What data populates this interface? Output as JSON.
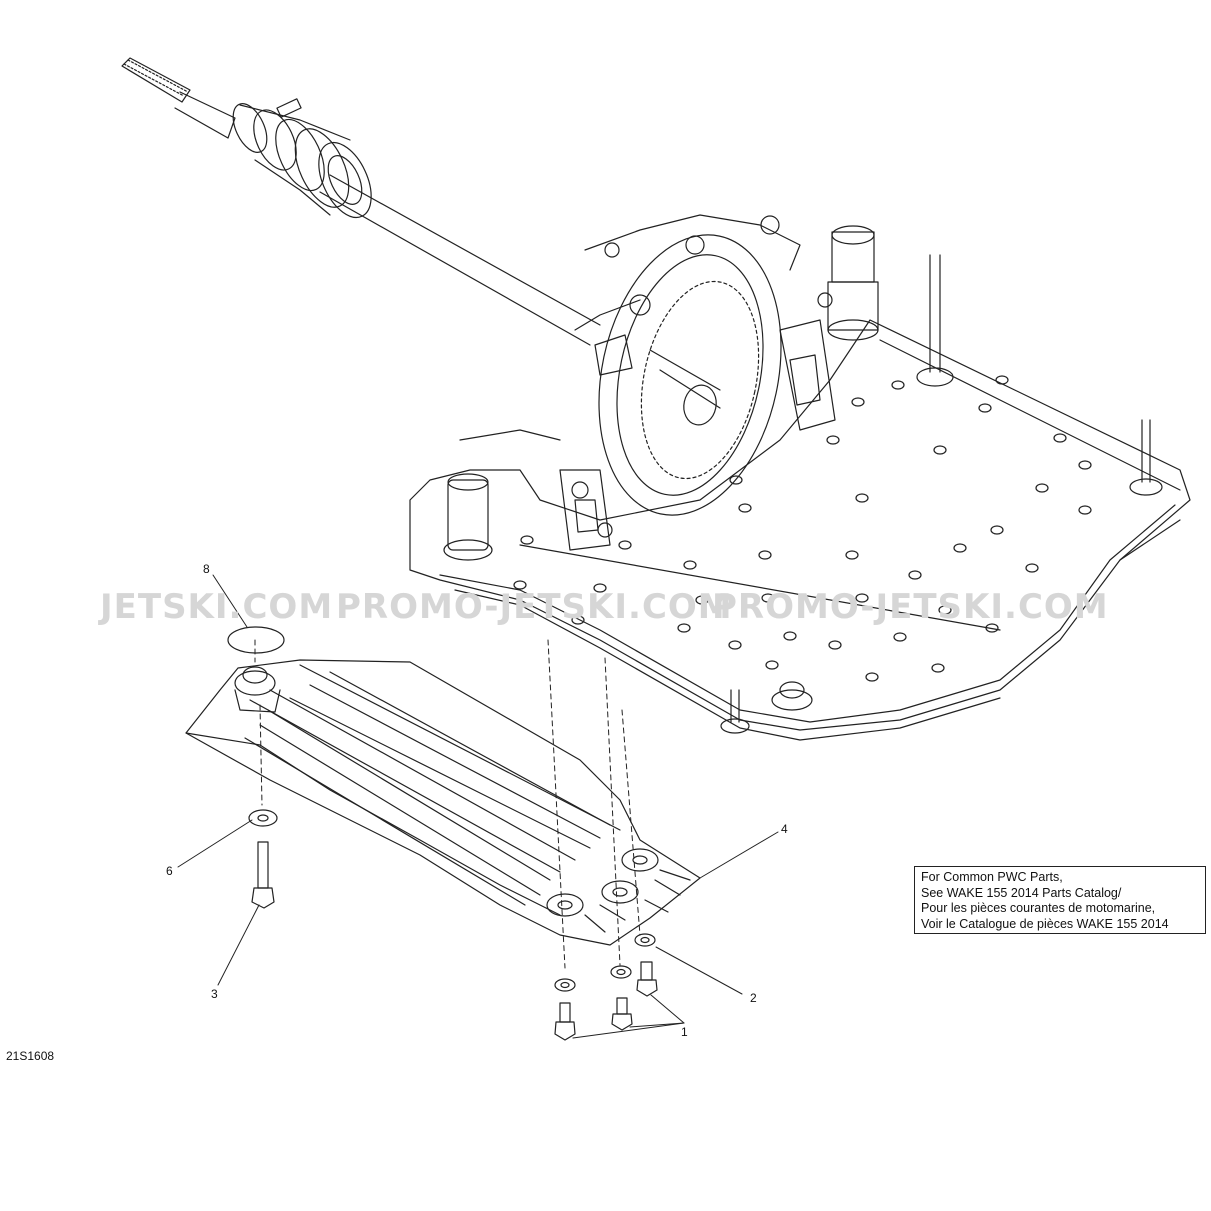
{
  "diagram": {
    "id": "21S1608",
    "watermark": [
      "JETSKI.COM",
      "PROMO-JETSKI.COM",
      "PROMO-JETSKI.COM"
    ],
    "callouts": [
      "1",
      "2",
      "3",
      "4",
      "6",
      "8"
    ],
    "note_lines": [
      "For Common PWC Parts,",
      "See WAKE 155 2014 Parts Catalog/",
      "Pour les pièces courantes de motomarine,",
      "Voir le Catalogue de pièces WAKE 155 2014"
    ]
  }
}
